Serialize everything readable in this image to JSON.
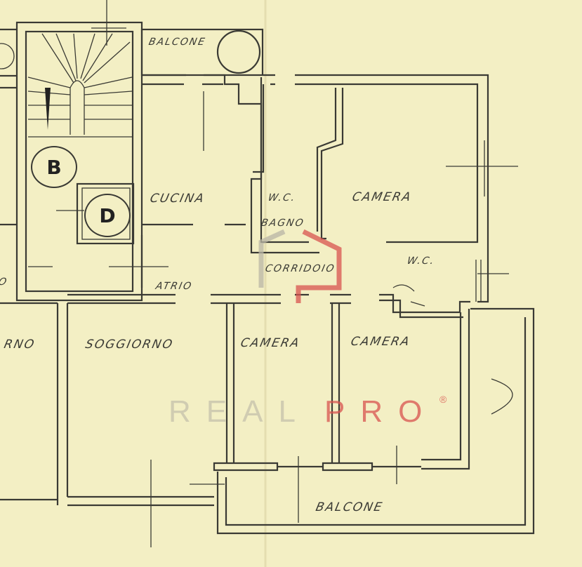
{
  "rooms": {
    "balcone_top": "BALCONE",
    "cucina": "CUCINA",
    "wc_1": "W.C.",
    "bagno": "BAGNO",
    "camera_1": "CAMERA",
    "corridoio": "CORRIDOIO",
    "wc_2": "W.C.",
    "atrio": "ATRIO",
    "soggiorno_left": "RNO",
    "partial_left": "O",
    "soggiorno": "SOGGIORNO",
    "camera_2": "CAMERA",
    "camera_3": "CAMERA",
    "balcone_bottom": "BALCONE"
  },
  "markers": {
    "stair": "B",
    "lift": "D"
  },
  "watermark": {
    "real": "REAL",
    "pro": "PRO",
    "reg": "®",
    "gray": "#b9b5a6",
    "red": "#d9534f"
  }
}
